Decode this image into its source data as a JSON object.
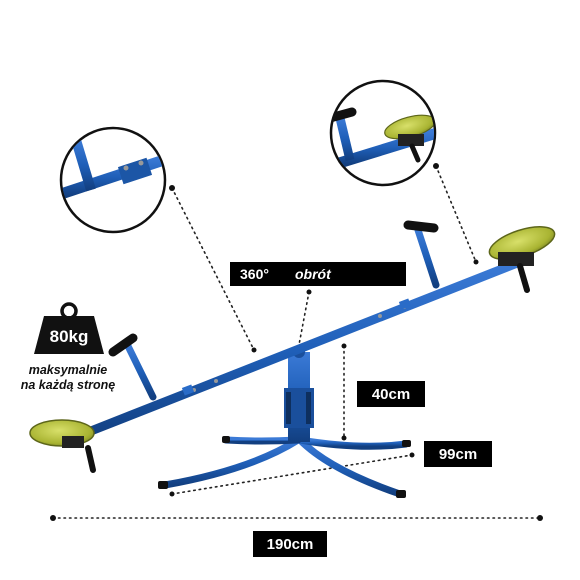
{
  "labels": {
    "rotation_degrees": "360°",
    "rotation_word": "obrót",
    "weight": "80kg",
    "max_line1": "maksymalnie",
    "max_line2": "na każdą stronę",
    "height": "40cm",
    "base_width": "99cm",
    "total_length": "190cm"
  },
  "colors": {
    "frame_blue": "#1f5fb8",
    "seat_green": "#b5c23a",
    "label_bg": "#000000",
    "label_text": "#ffffff"
  }
}
